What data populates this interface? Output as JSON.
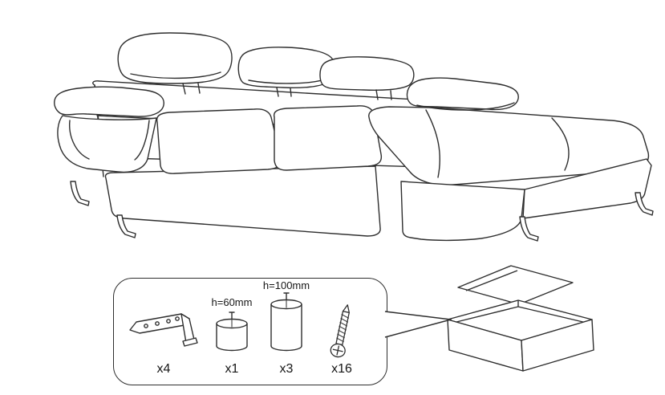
{
  "colors": {
    "line": "#2e2e2e",
    "background": "#ffffff",
    "text": "#161616"
  },
  "parts_panel": {
    "items": [
      {
        "icon": "corner-bracket-leg-icon",
        "height_label": "",
        "qty": "x4"
      },
      {
        "icon": "leg-60mm-icon",
        "height_label": "h=60mm",
        "qty": "x1"
      },
      {
        "icon": "leg-100mm-icon",
        "height_label": "h=100mm",
        "qty": "x3"
      },
      {
        "icon": "screw-icon",
        "height_label": "",
        "qty": "x16"
      }
    ]
  }
}
